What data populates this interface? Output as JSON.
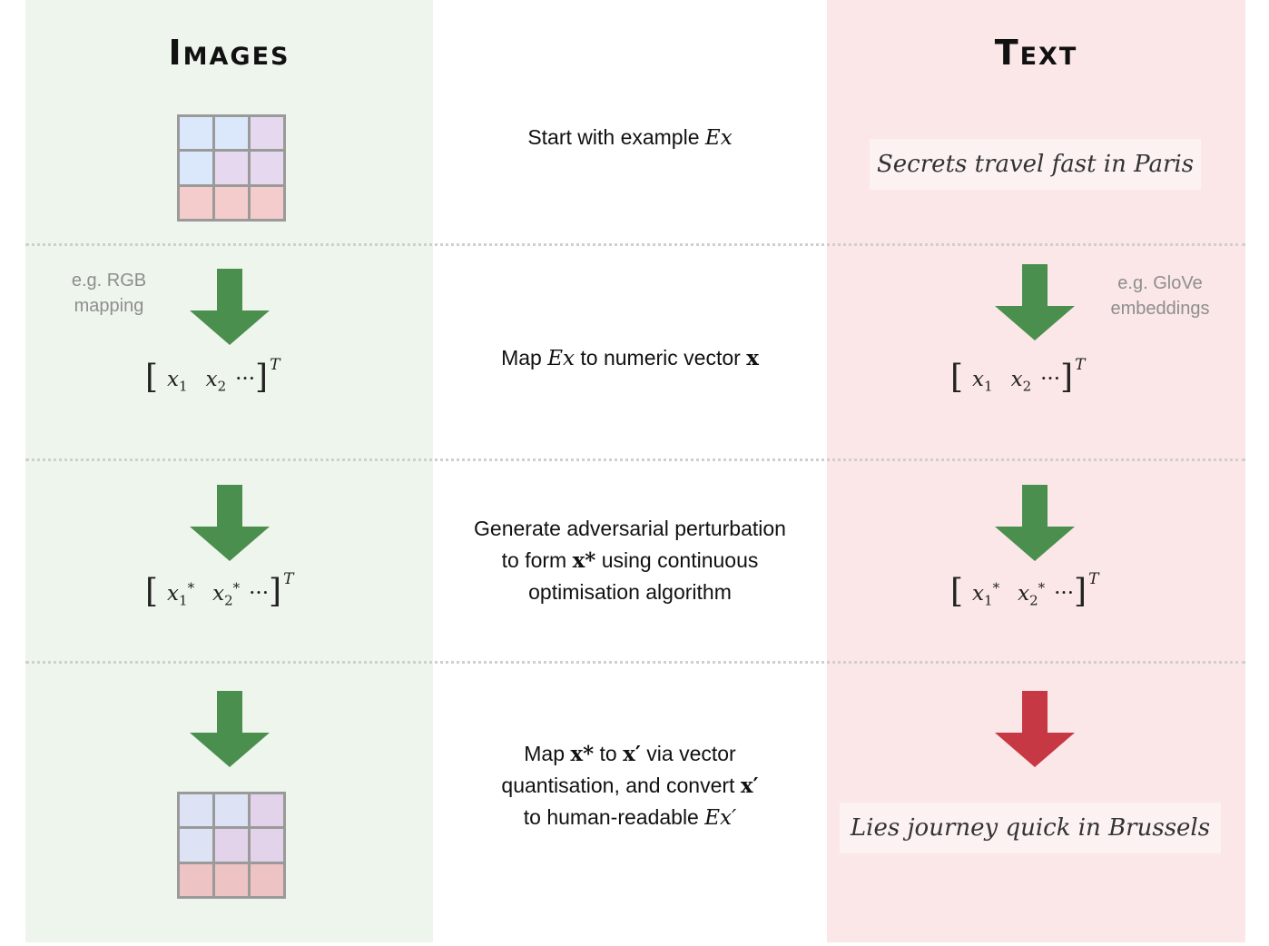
{
  "headings": {
    "images": "Images",
    "text": "Text"
  },
  "notes": {
    "rgb": [
      "e.g. RGB",
      "mapping"
    ],
    "glove": [
      "e.g. GloVe",
      "embeddings"
    ]
  },
  "steps": {
    "start": {
      "pre": "Start with example ",
      "math": "Ex"
    },
    "map": {
      "pre": "Map ",
      "math": "Ex",
      "mid": " to numeric vector ",
      "bold": "x"
    },
    "perturb": {
      "line1": "Generate adversarial perturbation",
      "line2_pre": "to form ",
      "line2_bold": "x*",
      "line2_post": " using continuous",
      "line3": "optimisation algorithm"
    },
    "quantise": {
      "l1_pre": "Map ",
      "l1_b1": "x*",
      "l1_mid": " to ",
      "l1_b2": "x′",
      "l1_post": " via vector",
      "l2_pre": "quantisation, and convert ",
      "l2_b": "x′",
      "l3_pre": "to human-readable ",
      "l3_math": "Ex′"
    }
  },
  "vectors": {
    "x1": "x",
    "x1_sub": "1",
    "x2": "x",
    "x2_sub": "2",
    "star": "*",
    "dots": "···",
    "transpose": "T",
    "open": "[",
    "close": "]"
  },
  "sentences": {
    "original": "Secrets travel fast in Paris",
    "adversarial": "Lies journey quick in Brussels"
  },
  "colors": {
    "left_bg": "#eef5ec",
    "right_bg": "#fbe7e7",
    "arrow_green": "#4a8f4d",
    "arrow_red": "#c63843",
    "cell_blue": "#dbe8fb",
    "cell_purple": "#e6d9ef",
    "cell_pink": "#f5cccc",
    "cell_blue_mod": "#dde3f5",
    "cell_purple_mod": "#e2d3ea",
    "cell_pink_mod": "#edc3c3"
  },
  "grids": {
    "original": [
      "blue",
      "blue",
      "purple",
      "blue",
      "purple",
      "purple",
      "pink",
      "pink",
      "pink"
    ],
    "modified": [
      "blue_mod",
      "blue_mod",
      "purple_mod",
      "blue_mod",
      "purple_mod",
      "purple_mod",
      "pink_mod",
      "pink_mod",
      "pink_mod"
    ]
  }
}
